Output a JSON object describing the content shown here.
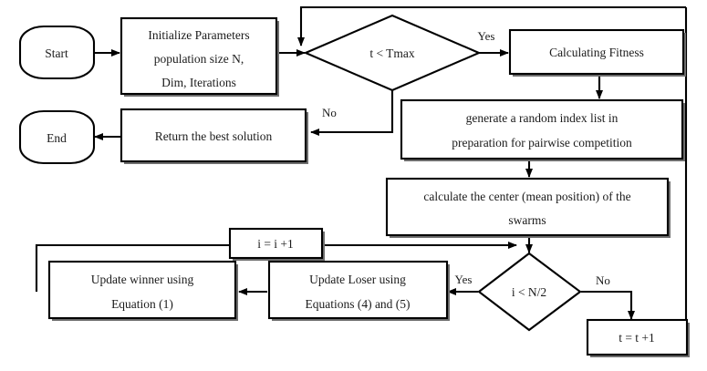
{
  "diagram": {
    "title": "Competitive Swarm Optimizer flowchart",
    "colors": {
      "background": "#ffffff",
      "stroke": "#000000",
      "text": "#1b1b1b",
      "shadow": "#6f6f6f"
    },
    "nodes": {
      "start": {
        "label": "Start",
        "shape": "terminator"
      },
      "end": {
        "label": "End",
        "shape": "terminator"
      },
      "init": {
        "line1": "Initialize Parameters",
        "line2": "population size N,",
        "line3": "Dim, Iterations",
        "shape": "process"
      },
      "decision_t": {
        "label": "t < Tmax",
        "shape": "decision"
      },
      "fitness": {
        "label": "Calculating Fitness",
        "shape": "process"
      },
      "random_index": {
        "line1": "generate a random index list in",
        "line2": "preparation for pairwise competition",
        "shape": "process"
      },
      "center": {
        "line1": "calculate the center (mean position) of the",
        "line2": "swarms",
        "shape": "process"
      },
      "return_best": {
        "label": "Return the best solution",
        "shape": "process"
      },
      "decision_i": {
        "label": "i < N/2",
        "shape": "decision"
      },
      "update_loser": {
        "line1": "Update Loser using",
        "line2": "Equations (4) and (5)",
        "shape": "process"
      },
      "update_winner": {
        "line1": "Update winner using",
        "line2": "Equation (1)",
        "shape": "process"
      },
      "increment_i": {
        "label": "i = i +1",
        "shape": "process"
      },
      "increment_t": {
        "label": "t = t +1",
        "shape": "process"
      }
    },
    "edge_labels": {
      "t_yes": "Yes",
      "t_no": "No",
      "i_yes": "Yes",
      "i_no": "No"
    }
  }
}
